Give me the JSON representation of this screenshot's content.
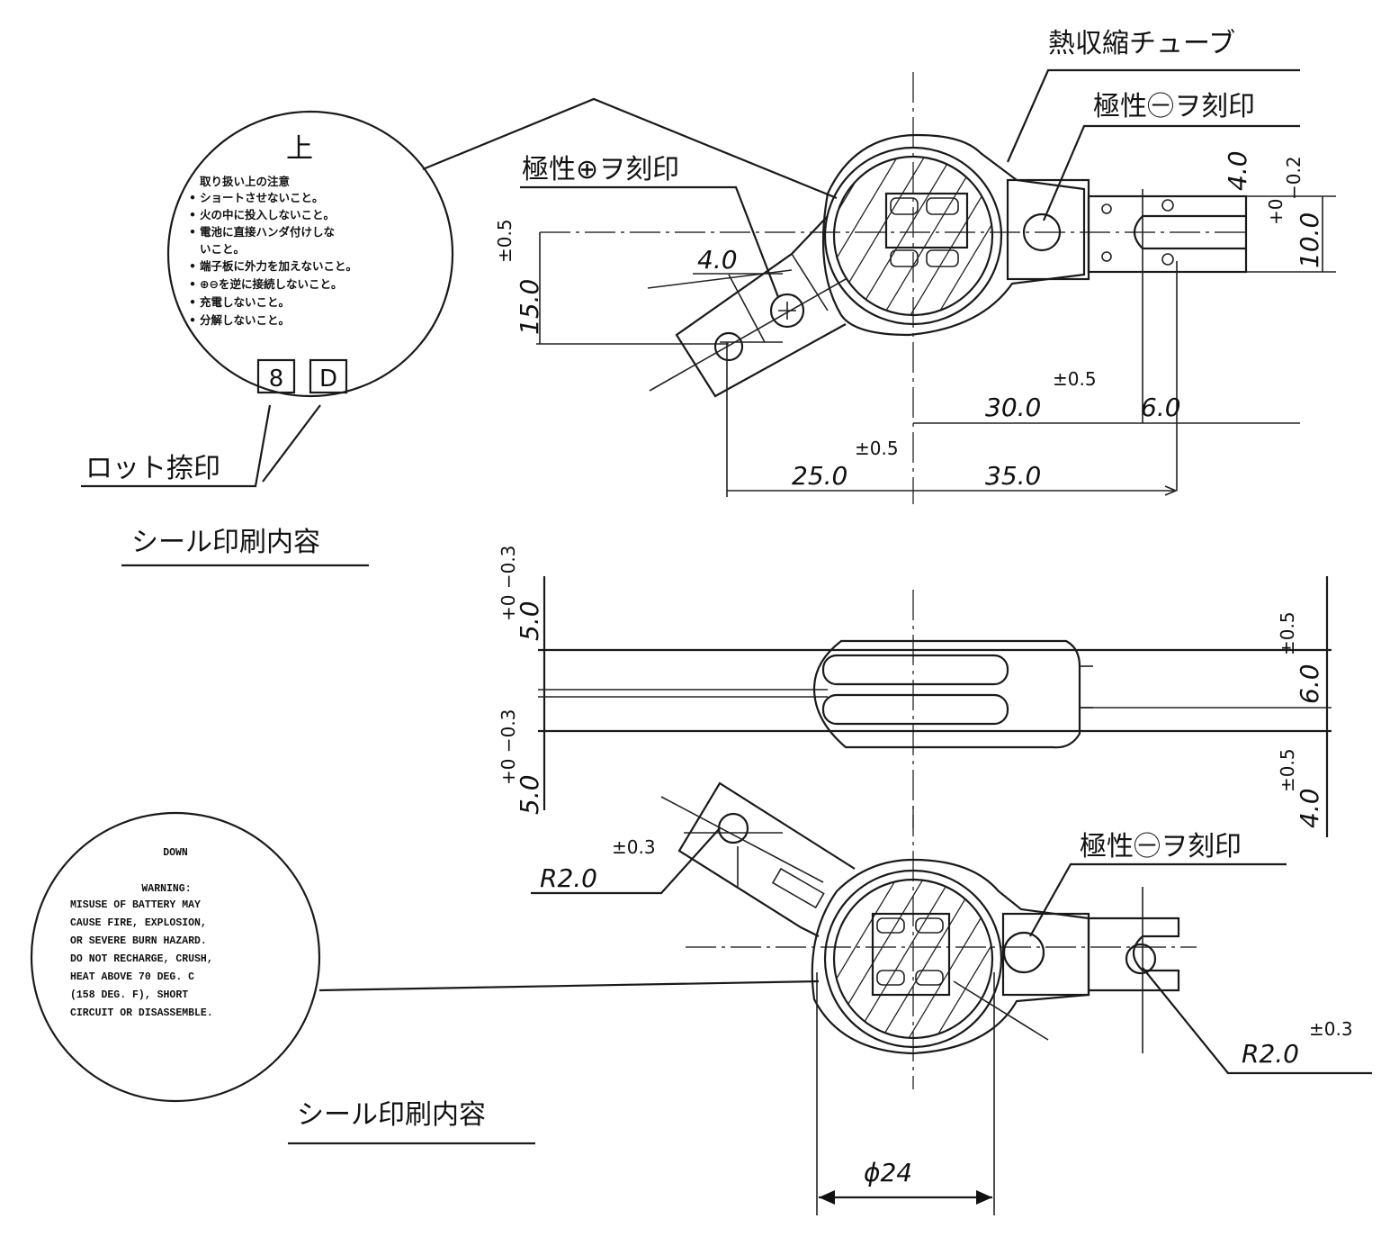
{
  "labels": {
    "heat_shrink_tube": "熱収縮チューブ",
    "polarity_neg_stamp": "極性㊀ヲ刻印",
    "polarity_pos_stamp": "極性⊕ヲ刻印",
    "lot_stamp": "ロット捺印",
    "seal_print_content": "シール印刷内容",
    "polarity_neg_stamp_bottom": "極性㊀ヲ刻印",
    "seal_print_content_bottom": "シール印刷内容"
  },
  "seal_top": {
    "header": "上",
    "title": "取り扱い上の注意",
    "lines": [
      "ショートさせないこと。",
      "火の中に投入しないこと。",
      "電池に直接ハンダ付けしな",
      "いこと。",
      "端子板に外力を加えないこと。",
      "⊕⊖を逆に接続しないこと。",
      "充電しないこと。",
      "分解しないこと。"
    ],
    "lot_codes": [
      "8",
      "D"
    ]
  },
  "seal_bottom": {
    "header": "DOWN",
    "warning_title": "WARNING:",
    "lines": [
      "MISUSE OF BATTERY MAY",
      "CAUSE FIRE, EXPLOSION,",
      "OR SEVERE BURN HAZARD.",
      "DO NOT RECHARGE, CRUSH,",
      "HEAT ABOVE 70 DEG. C",
      "(158 DEG. F), SHORT",
      "CIRCUIT OR DISASSEMBLE."
    ]
  },
  "dimensions": {
    "d_4_0_top": "4.0",
    "d_15_0": "15.0",
    "d_15_tol": "±0.5",
    "d_4_0_right": "4.0",
    "d_10_0": "10.0",
    "d_10_tol_plus": "+0",
    "d_10_tol_minus": "−0.2",
    "d_30_0": "30.0",
    "d_30_tol": "±0.5",
    "d_6_0": "6.0",
    "d_25_0": "25.0",
    "d_25_tol": "±0.5",
    "d_35_0": "35.0",
    "d_5_0_upper": "5.0",
    "d_5_0_upper_tol": "+0 −0.3",
    "d_5_0_lower": "5.0",
    "d_5_0_lower_tol": "+0 −0.3",
    "d_6_0_side": "6.0",
    "d_6_0_side_tol": "±0.5",
    "d_4_0_side": "4.0",
    "d_4_0_side_tol": "±0.5",
    "r_left": "R2.0",
    "r_left_tol": "±0.3",
    "r_right": "R2.0",
    "r_right_tol": "±0.3",
    "phi": "ϕ24"
  }
}
